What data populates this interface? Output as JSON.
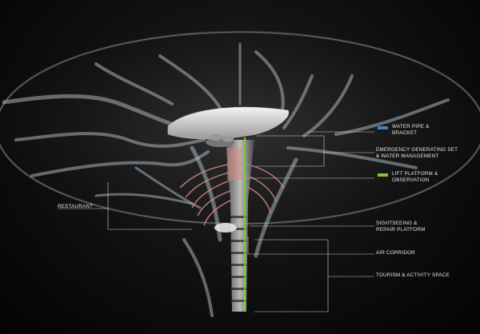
{
  "labels": {
    "water_pipe": {
      "line1": "WATER PIPE &",
      "line2": "BRACKET",
      "swatch": "#4a7fb0"
    },
    "emergency": {
      "line1": "EMERGENCY GENERATING  SET",
      "line2": "& WATER MANAGEMENT"
    },
    "lift": {
      "line1": "LIFT PLATFORM &",
      "line2": "OBSERVATION",
      "swatch": "#7ec83a"
    },
    "restaurant": {
      "line1": "RESTAURANT"
    },
    "sightseeing": {
      "line1": "SIGHTSEEING &",
      "line2": "REPAIR PLATFORM"
    },
    "air_corridor": {
      "line1": "AIR CORRIDOR"
    },
    "tourism": {
      "line1": "TOURISM &  ACTIVITY SPACE"
    }
  },
  "colors": {
    "background": "#0b0b0b",
    "leader_line": "#cfcfcf",
    "pipe": "#a6b4c0",
    "stem_accent": "#7ec83a",
    "restaurant_fill": "#d98a82"
  }
}
